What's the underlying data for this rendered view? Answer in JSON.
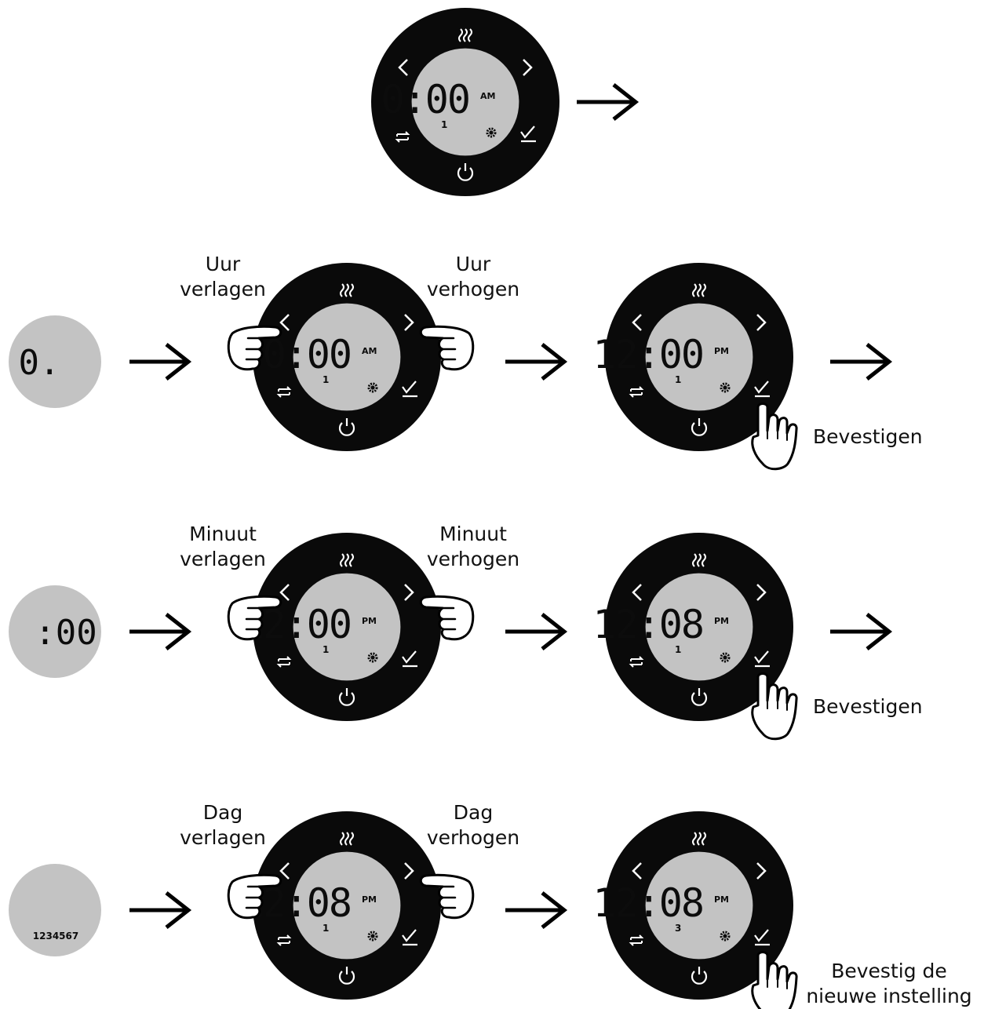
{
  "colors": {
    "device_body": "#0a0a0a",
    "lcd": "#c3c3c3",
    "lcd_text": "#0c0c0c",
    "icon": "#ffffff",
    "arrow": "#000000"
  },
  "icons": [
    "heat-icon",
    "chevron-left-icon",
    "chevron-right-icon",
    "cycle-icon",
    "checkmark-icon",
    "power-icon",
    "gear-icon",
    "hand-pointer-icon",
    "arrow-right-icon"
  ],
  "top": {
    "device": {
      "time": "0:00",
      "ampm": "AM",
      "day": "1"
    }
  },
  "rows": [
    {
      "detail": "0.",
      "device_left": {
        "time": "0:00",
        "ampm": "AM",
        "day": "1"
      },
      "decrease_label": [
        "Uur",
        "verlagen"
      ],
      "increase_label": [
        "Uur",
        "verhogen"
      ],
      "device_right": {
        "time": "12:00",
        "ampm": "PM",
        "day": "1"
      },
      "confirm_label": [
        "Bevestigen"
      ]
    },
    {
      "detail": ":00",
      "device_left": {
        "time": "12:00",
        "ampm": "PM",
        "day": "1"
      },
      "decrease_label": [
        "Minuut",
        "verlagen"
      ],
      "increase_label": [
        "Minuut",
        "verhogen"
      ],
      "device_right": {
        "time": "12:08",
        "ampm": "PM",
        "day": "1"
      },
      "confirm_label": [
        "Bevestigen"
      ]
    },
    {
      "detail": "1234567",
      "device_left": {
        "time": "12:08",
        "ampm": "PM",
        "day": "1"
      },
      "decrease_label": [
        "Dag",
        "verlagen"
      ],
      "increase_label": [
        "Dag",
        "verhogen"
      ],
      "device_right": {
        "time": "12:08",
        "ampm": "PM",
        "day": "3"
      },
      "confirm_label": [
        "Bevestig de",
        "nieuwe instelling"
      ]
    }
  ]
}
